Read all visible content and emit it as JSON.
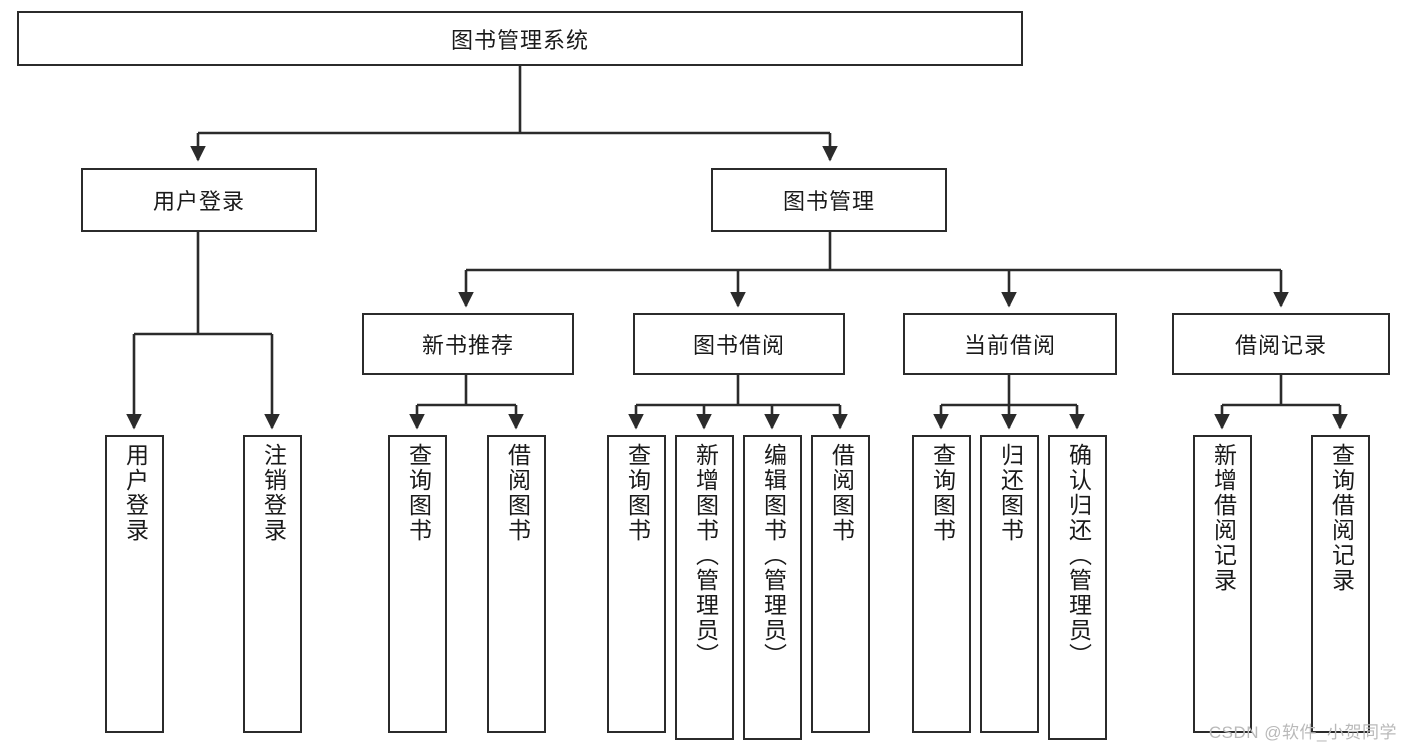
{
  "diagram": {
    "type": "tree",
    "title": "图书管理系统",
    "root": {
      "label": "图书管理系统"
    },
    "level2": [
      {
        "label": "用户登录"
      },
      {
        "label": "图书管理"
      }
    ],
    "level3": [
      {
        "label": "新书推荐"
      },
      {
        "label": "图书借阅"
      },
      {
        "label": "当前借阅"
      },
      {
        "label": "借阅记录"
      }
    ],
    "leaves": {
      "user_login": [
        {
          "label": "用户登录"
        },
        {
          "label": "注销登录"
        }
      ],
      "new_book_recommend": [
        {
          "label": "查询图书"
        },
        {
          "label": "借阅图书"
        }
      ],
      "book_borrow": [
        {
          "label": "查询图书"
        },
        {
          "label": "新增图书（管理员）"
        },
        {
          "label": "编辑图书（管理员）"
        },
        {
          "label": "借阅图书"
        }
      ],
      "current_borrow": [
        {
          "label": "查询图书"
        },
        {
          "label": "归还图书"
        },
        {
          "label": "确认归还（管理员）"
        }
      ],
      "borrow_record": [
        {
          "label": "新增借阅记录"
        },
        {
          "label": "查询借阅记录"
        }
      ]
    }
  },
  "watermark": {
    "text": "CSDN @软件_小贺同学"
  },
  "colors": {
    "border": "#2b2b2b",
    "background": "#ffffff",
    "text": "#1a1a1a",
    "watermark": "#b9b9b9"
  }
}
